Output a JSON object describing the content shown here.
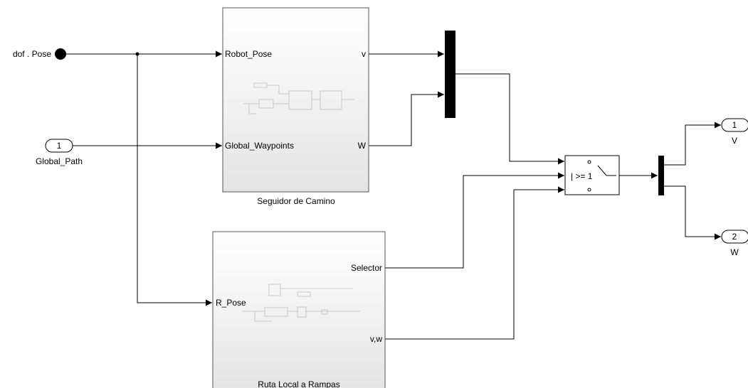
{
  "inputs": {
    "dof_pose": {
      "label": "dof . Pose"
    },
    "global_path": {
      "number": "1",
      "label": "Global_Path"
    }
  },
  "blocks": {
    "seguidor": {
      "name": "Seguidor de Camino",
      "in_ports": [
        "Robot_Pose",
        "Global_Waypoints"
      ],
      "out_ports": [
        "v",
        "W"
      ]
    },
    "ruta_local": {
      "name": "Ruta Local a Rampas",
      "in_ports": [
        "R_Pose"
      ],
      "out_ports": [
        "Selector",
        "v,w"
      ]
    },
    "switch": {
      "criteria": "| >= 1"
    }
  },
  "outputs": {
    "V": {
      "number": "1",
      "label": "V"
    },
    "W": {
      "number": "2",
      "label": "W"
    }
  },
  "colors": {
    "line": "#000000",
    "block_border": "#555555",
    "block_fill_top": "#ffffff",
    "block_fill_bottom": "#e6e6e6"
  }
}
